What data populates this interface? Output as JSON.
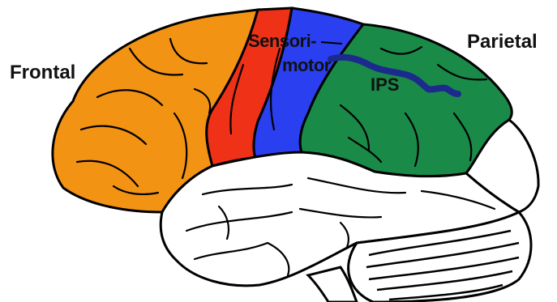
{
  "labels": {
    "frontal": "Frontal",
    "parietal": "Parietal",
    "sensorimotor_line1": "Sensori-",
    "sensorimotor_line2": "motor",
    "ips": "IPS"
  },
  "colors": {
    "frontal": "#f39314",
    "motor": "#ef3117",
    "sensorimotor": "#2a3ff0",
    "parietal": "#1a8a48",
    "ips_sulcus": "#1b2a8c",
    "outline": "#000000",
    "temporal": "#ffffff"
  }
}
